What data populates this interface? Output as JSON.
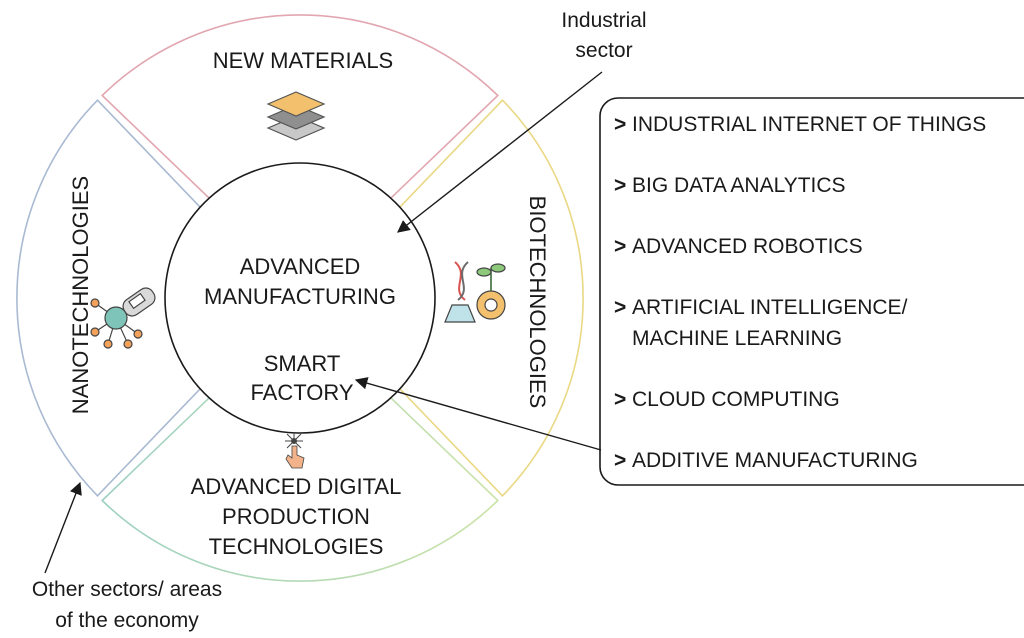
{
  "outer_ring": {
    "top": "NEW MATERIALS",
    "left": "NANOTECHNOLOGIES",
    "right": "BIOTECHNOLOGIES",
    "bottom": [
      "ADVANCED DIGITAL",
      "PRODUCTION",
      "TECHNOLOGIES"
    ]
  },
  "center": {
    "line1": "ADVANCED",
    "line2": "MANUFACTURING",
    "smart1": "SMART",
    "smart2": "FACTORY"
  },
  "annotations": {
    "industrial1": "Industrial",
    "industrial2": "sector",
    "other1": "Other sectors/ areas",
    "other2": "of the economy"
  },
  "technologies": [
    {
      "marker": ">",
      "lines": [
        "INDUSTRIAL INTERNET OF THINGS"
      ]
    },
    {
      "marker": ">",
      "lines": [
        "BIG DATA ANALYTICS"
      ]
    },
    {
      "marker": ">",
      "lines": [
        "ADVANCED ROBOTICS"
      ]
    },
    {
      "marker": ">",
      "lines": [
        "ARTIFICIAL INTELLIGENCE/",
        "MACHINE LEARNING"
      ]
    },
    {
      "marker": ">",
      "lines": [
        "CLOUD COMPUTING"
      ]
    },
    {
      "marker": ">",
      "lines": [
        "ADDITIVE MANUFACTURING"
      ]
    }
  ],
  "colors": {
    "top_segment": "#e2a6b0",
    "right_segment": "#ead884",
    "left_segment": "#a9bad2",
    "bottom_segment": "#9cd0c2",
    "bottom_segment_alt": "#cbe3a7",
    "layer_top": "#f3c16d",
    "layer_mid": "#8f8f8f",
    "layer_bot": "#c8c8c8"
  },
  "icons": {
    "top": "material-layers-icon",
    "left": "nano-robot-icon",
    "right": "dna-flask-plant-gear-icon",
    "bottom": "digital-touch-hand-icon"
  }
}
